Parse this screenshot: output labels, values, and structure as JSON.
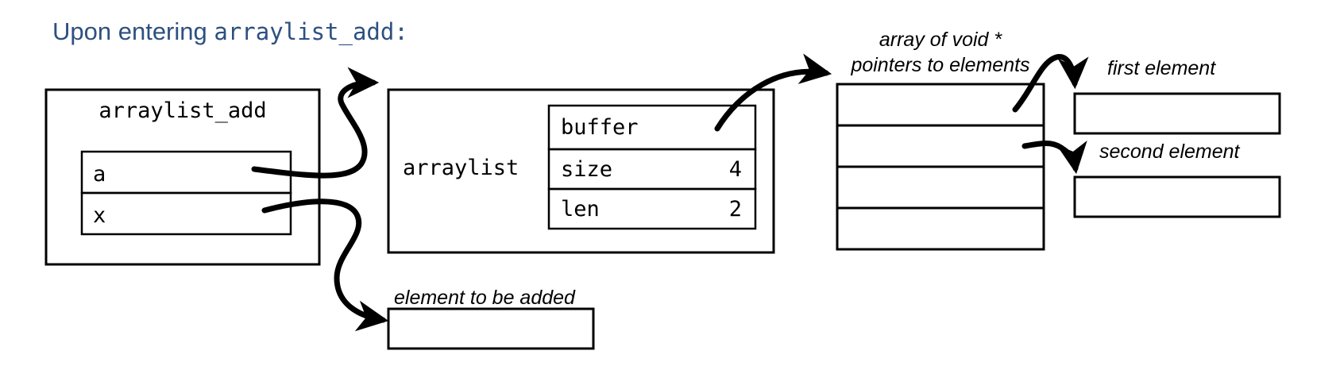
{
  "page": {
    "title_prefix": "Upon entering ",
    "title_code": "arraylist_add:",
    "title_color": "#2d5080",
    "background": "#ffffff",
    "stroke_color": "#000000"
  },
  "stack_frame": {
    "name": "arraylist_add",
    "variables": [
      {
        "name": "a",
        "value": ""
      },
      {
        "name": "x",
        "value": ""
      }
    ]
  },
  "struct": {
    "label": "arraylist",
    "fields": [
      {
        "name": "buffer",
        "value": ""
      },
      {
        "name": "size",
        "value": "4"
      },
      {
        "name": "len",
        "value": "2"
      }
    ]
  },
  "pointer_array": {
    "caption_line1": "array of void *",
    "caption_line2": "pointers to elements",
    "cells": [
      "",
      "",
      "",
      ""
    ]
  },
  "elements": [
    {
      "caption": "first element",
      "value": ""
    },
    {
      "caption": "second element",
      "value": ""
    }
  ],
  "new_element": {
    "caption": "element to be added",
    "value": ""
  },
  "arrows": [
    {
      "name": "a-to-arraylist",
      "from": "stack-var-a",
      "to": "arraylist-struct"
    },
    {
      "name": "x-to-new-element",
      "from": "stack-var-x",
      "to": "new-element-box"
    },
    {
      "name": "buffer-to-pointer-array",
      "from": "struct-field-buffer",
      "to": "pointer-array"
    },
    {
      "name": "slot0-to-first-element",
      "from": "pointer-array-cell-0",
      "to": "first-element-box"
    },
    {
      "name": "slot1-to-second-element",
      "from": "pointer-array-cell-1",
      "to": "second-element-box"
    }
  ]
}
